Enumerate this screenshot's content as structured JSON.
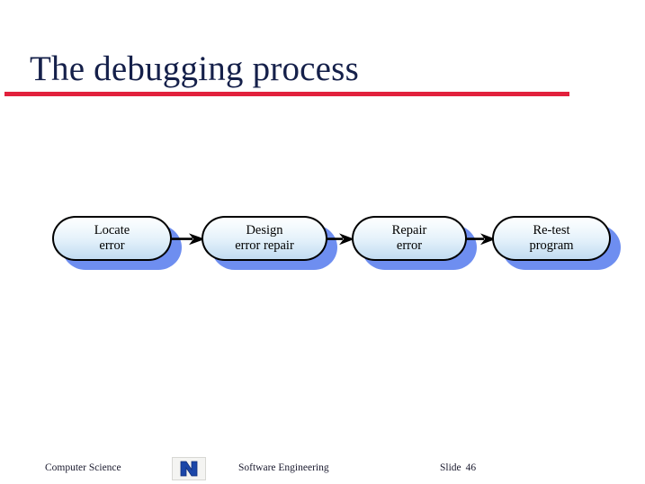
{
  "slide": {
    "title": "The debugging process",
    "accent_rule_color": "#e2203c",
    "title_color": "#15204a",
    "background_color": "#ffffff"
  },
  "diagram": {
    "type": "linear-flow",
    "node_fill_top": "#fdfeff",
    "node_fill_bottom": "#c2dcf1",
    "node_border_color": "#000000",
    "node_shadow_color": "#6e8ef0",
    "arrow_color": "#000000",
    "nodes": [
      {
        "id": "locate-error",
        "line1": "Locate",
        "line2": "error"
      },
      {
        "id": "design-error-repair",
        "line1": "Design",
        "line2": "error repair"
      },
      {
        "id": "repair-error",
        "line1": "Repair",
        "line2": "error"
      },
      {
        "id": "re-test-program",
        "line1": "Re-test",
        "line2": "program"
      }
    ],
    "connectors": [
      {
        "id": "arrow-1",
        "from": "locate-error",
        "to": "design-error-repair"
      },
      {
        "id": "arrow-2",
        "from": "design-error-repair",
        "to": "repair-error"
      },
      {
        "id": "arrow-3",
        "from": "repair-error",
        "to": "re-test-program"
      }
    ]
  },
  "footer": {
    "left": "Computer Science",
    "center": "Software Engineering",
    "slide_label": "Slide",
    "slide_number": "46",
    "logo_letter": "N",
    "logo_color": "#1b46a8"
  }
}
